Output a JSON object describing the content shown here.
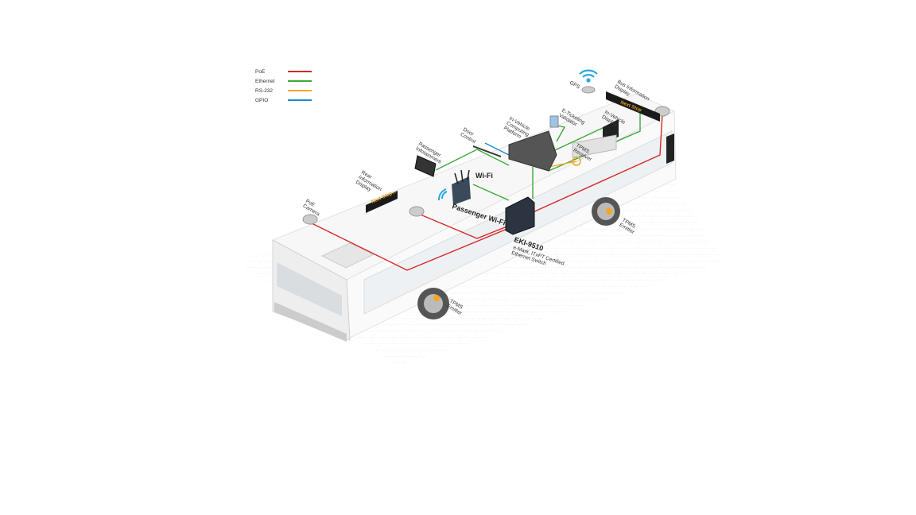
{
  "legend": [
    {
      "label": "PoE",
      "color": "#d62828"
    },
    {
      "label": "Ethernet",
      "color": "#3aaa35"
    },
    {
      "label": "RS-232",
      "color": "#f5a623"
    },
    {
      "label": "GPIO",
      "color": "#1e88d8"
    }
  ],
  "labels": {
    "poe_camera": [
      "PoE",
      "Camera"
    ],
    "rear_display": [
      "Rear",
      "Information",
      "Display"
    ],
    "rear_sign": "Next Stop...",
    "infotainment": [
      "Passenger",
      "Infotainment"
    ],
    "door_control": [
      "Door",
      "Control"
    ],
    "computing": [
      "In-Vehicle",
      "Computing",
      "Platform"
    ],
    "eticket": [
      "E-Ticketing",
      "Validator"
    ],
    "gps": "GPS",
    "bus_display": [
      "Bus Information",
      "Display"
    ],
    "bus_sign": "Next Stop",
    "vehicle_display": [
      "In-Vehicle",
      "Display"
    ],
    "tpms_receiver": [
      "TPMS",
      "Receiver"
    ],
    "wifi": "Wi-Fi",
    "passenger_wifi": "Passenger Wi-Fi",
    "switch_model": "EKI-9510",
    "switch_desc": [
      "e-Mark, ITxPT Certified",
      "Ethernet Switch"
    ],
    "tpms_emitter_rear": [
      "TPMS",
      "Emitter"
    ],
    "tpms_emitter_front": [
      "TPMS",
      "Emitter"
    ]
  }
}
